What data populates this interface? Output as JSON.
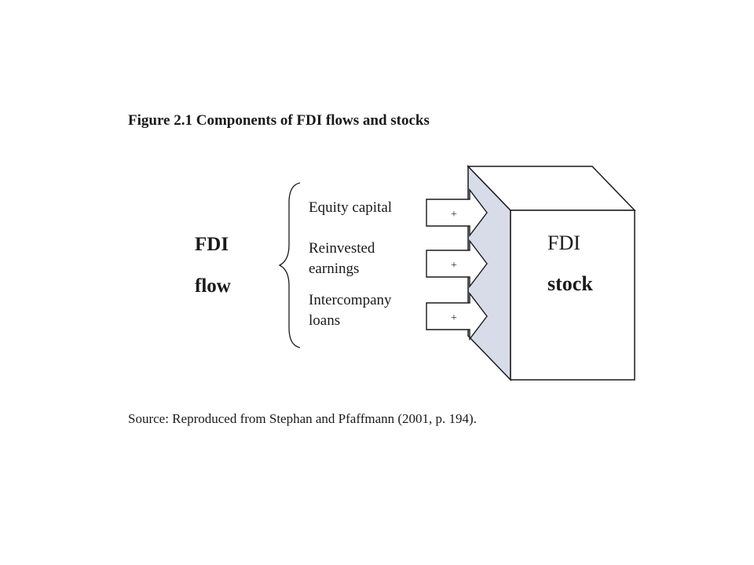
{
  "figure": {
    "title": "Figure 2.1 Components of FDI flows and stocks",
    "source": "Source: Reproduced from Stephan and Pfaffmann (2001, p. 194)."
  },
  "flow": {
    "line1": "FDI",
    "line2": "flow"
  },
  "components": [
    {
      "line1": "Equity capital",
      "line2": "",
      "sign": "+"
    },
    {
      "line1": "Reinvested",
      "line2": "earnings",
      "sign": "+"
    },
    {
      "line1": "Intercompany",
      "line2": "loans",
      "sign": "+"
    }
  ],
  "stock": {
    "line1": "FDI",
    "line2": "stock"
  },
  "colors": {
    "line": "#1a1a1a",
    "box_side": "#d8dbe8",
    "box_front": "#ffffff"
  }
}
